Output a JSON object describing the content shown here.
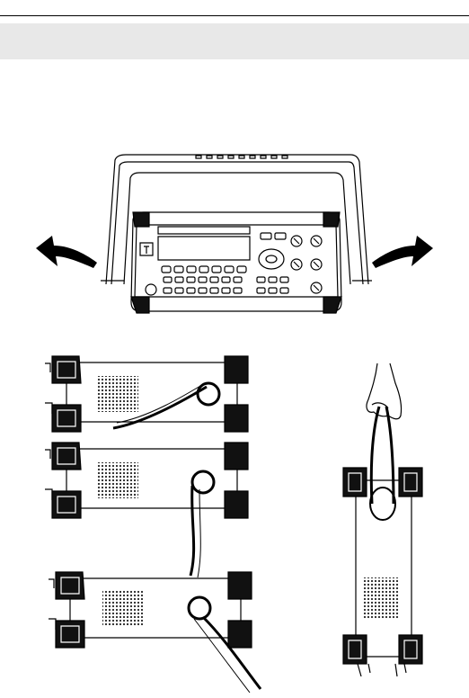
{
  "document": {
    "header_band_color": "#e8e8e8",
    "figures": [
      {
        "name": "handle-adjustment-figure",
        "icon": "instrument-front-with-handle-and-rotation-arrows"
      },
      {
        "name": "carrying-positions-figure",
        "icon": "instrument-side-views-handle-positions"
      },
      {
        "name": "carrying-by-hand-figure",
        "icon": "hand-carrying-instrument-by-handle"
      }
    ]
  }
}
